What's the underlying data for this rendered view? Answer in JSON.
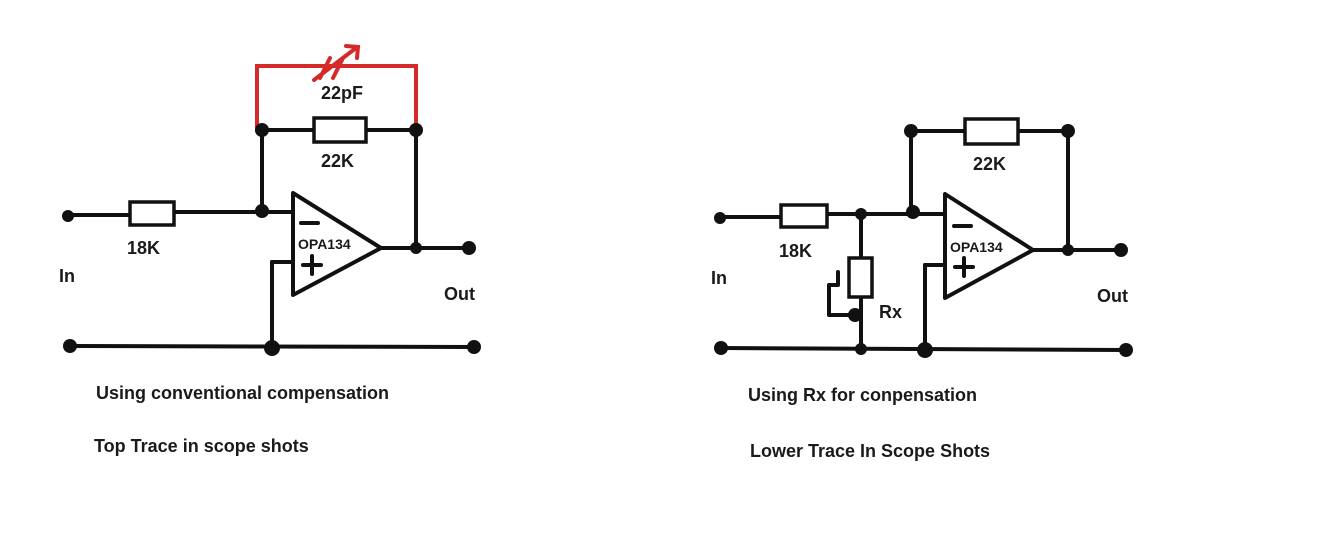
{
  "circuit_left": {
    "feedback_cap": "22pF",
    "feedback_res": "22K",
    "input_res": "18K",
    "opamp": "OPA134",
    "in_label": "In",
    "out_label": "Out",
    "caption_1": "Using conventional compensation",
    "caption_2": "Top Trace in scope shots"
  },
  "circuit_right": {
    "feedback_res": "22K",
    "input_res": "18K",
    "opamp": "OPA134",
    "in_label": "In",
    "out_label": "Out",
    "shunt_res": "Rx",
    "caption_1": "Using Rx for conpensation",
    "caption_2": "Lower Trace In Scope Shots"
  },
  "colors": {
    "wire": "#111111",
    "capacitor_path": "#d42a2a",
    "background": "#ffffff"
  }
}
